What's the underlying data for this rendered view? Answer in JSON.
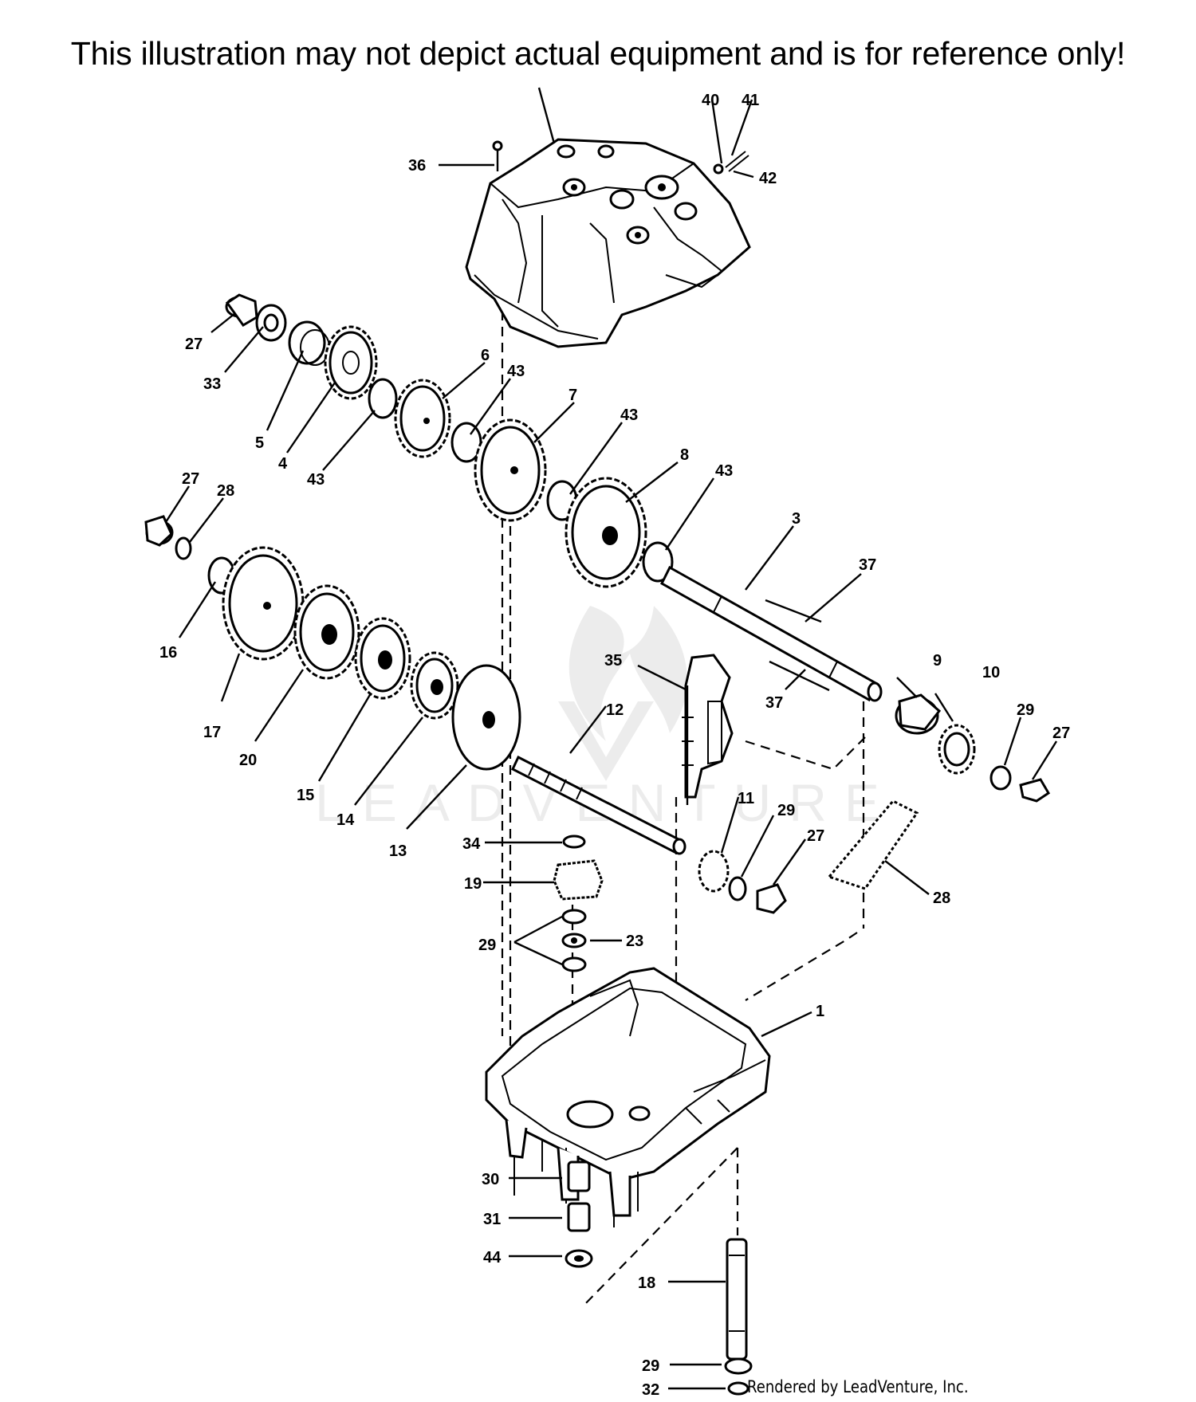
{
  "disclaimer": "This illustration may not depict actual equipment and is for reference only!",
  "credit": "Rendered by LeadVenture, Inc.",
  "watermark": "LEADVENTURE",
  "callouts": {
    "c36": "36",
    "c40": "40",
    "c41": "41",
    "c42": "42",
    "c27a": "27",
    "c33": "33",
    "c5": "5",
    "c4": "4",
    "c43a": "43",
    "c6": "6",
    "c43b": "43",
    "c7": "7",
    "c43c": "43",
    "c8": "8",
    "c43d": "43",
    "c3": "3",
    "c37a": "37",
    "c37b": "37",
    "c27b": "27",
    "c28a": "28",
    "c16": "16",
    "c17": "17",
    "c20": "20",
    "c15": "15",
    "c14": "14",
    "c13": "13",
    "c12": "12",
    "c35": "35",
    "c9": "9",
    "c10": "10",
    "c29a": "29",
    "c27c": "27",
    "c34": "34",
    "c19": "19",
    "c11": "11",
    "c29b": "29",
    "c27d": "27",
    "c28b": "28",
    "c29c": "29",
    "c23": "23",
    "c1": "1",
    "c30": "30",
    "c31": "31",
    "c44": "44",
    "c18": "18",
    "c29d": "29",
    "c32": "32"
  }
}
